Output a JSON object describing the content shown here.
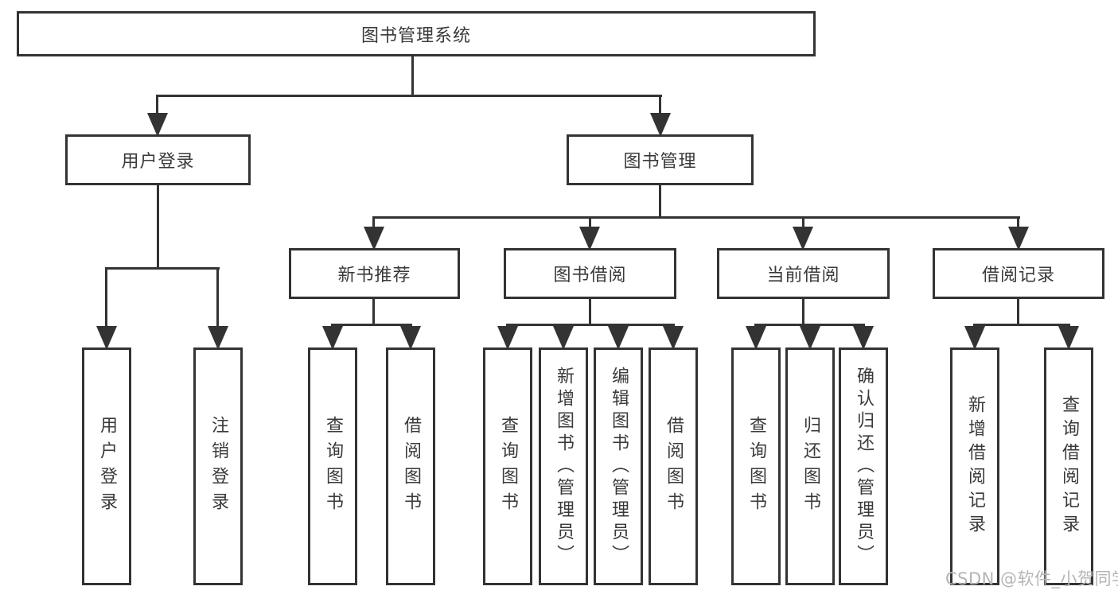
{
  "colors": {
    "line": "#333333",
    "border": "#333333",
    "text": "#3a3a3a",
    "box_fill": "#ffffff",
    "watermark": "#b5b5b5",
    "background": "#ffffff"
  },
  "watermark": {
    "text": "CSDN @软件_小贺同学"
  },
  "tree": {
    "root": {
      "label": "图书管理系统"
    },
    "level2": [
      {
        "label": "用户登录",
        "children": [
          {
            "label": "用户登录"
          },
          {
            "label": "注销登录"
          }
        ]
      },
      {
        "label": "图书管理",
        "children": [
          {
            "label": "新书推荐",
            "children": [
              {
                "label": "查询图书"
              },
              {
                "label": "借阅图书"
              }
            ]
          },
          {
            "label": "图书借阅",
            "children": [
              {
                "label": "查询图书"
              },
              {
                "label": "新增图书（管理员）"
              },
              {
                "label": "编辑图书（管理员）"
              },
              {
                "label": "借阅图书"
              }
            ]
          },
          {
            "label": "当前借阅",
            "children": [
              {
                "label": "查询图书"
              },
              {
                "label": "归还图书"
              },
              {
                "label": "确认归还（管理员）"
              }
            ]
          },
          {
            "label": "借阅记录",
            "children": [
              {
                "label": "新增借阅记录"
              },
              {
                "label": "查询借阅记录"
              }
            ]
          }
        ]
      }
    ]
  }
}
